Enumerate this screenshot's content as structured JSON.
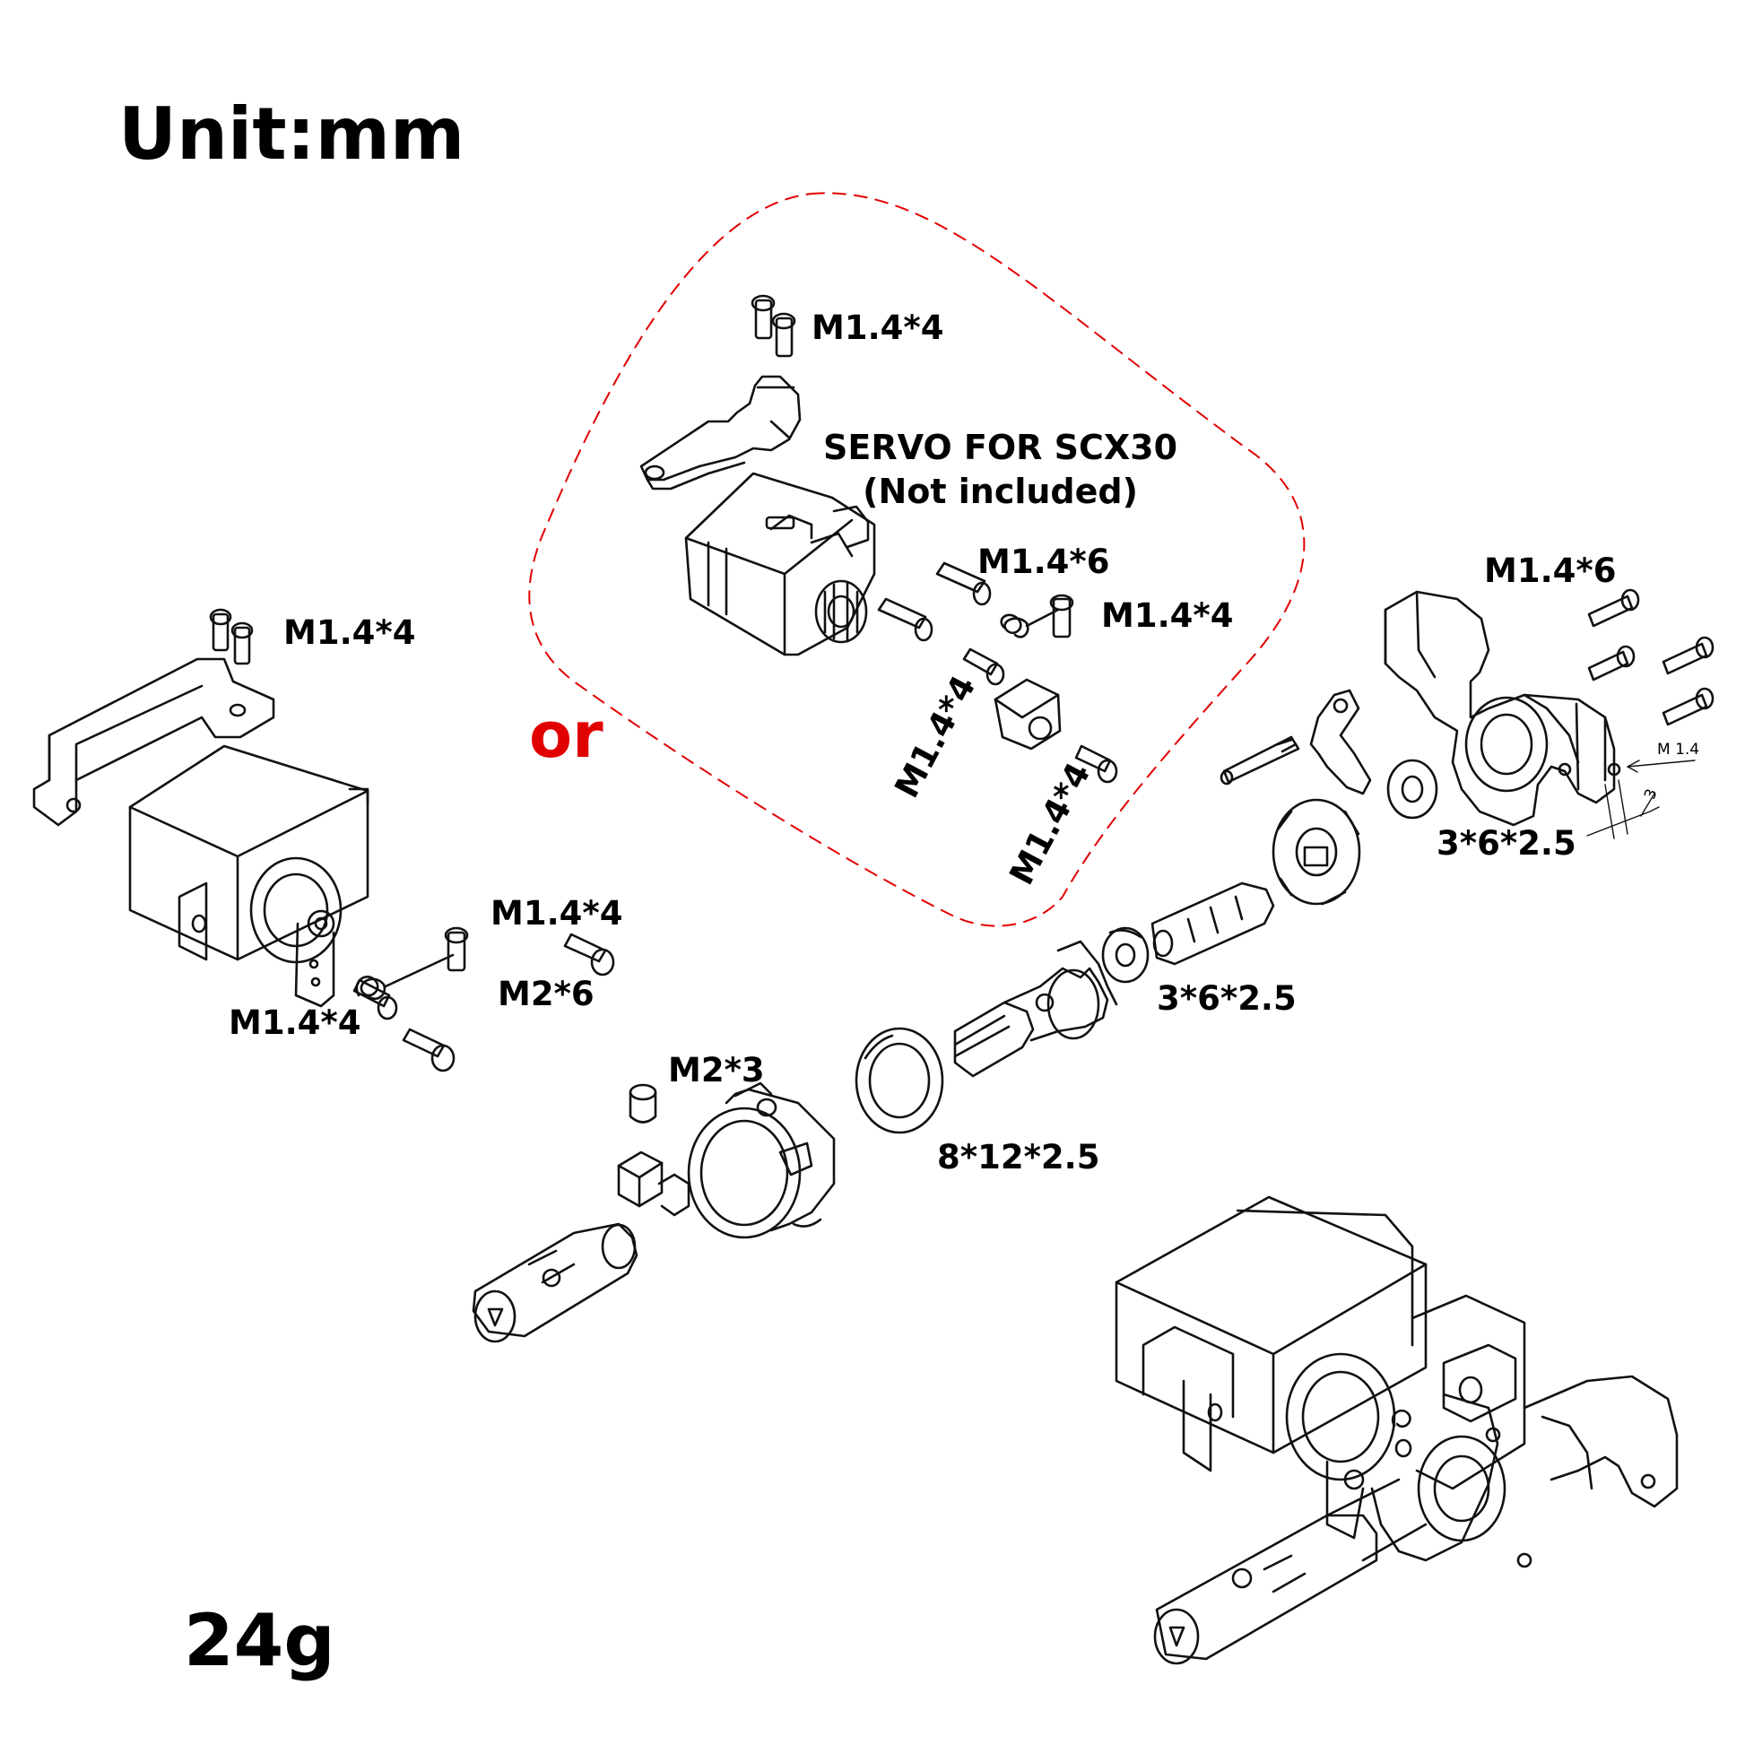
{
  "page": {
    "unit": "Unit:mm",
    "weight": "24g",
    "or": "or",
    "accent_color": "#e10000"
  },
  "servo_note": {
    "line1": "SERVO FOR SCX30",
    "line2": "(Not included)"
  },
  "labels": {
    "box_top_screw": "M1.4*4",
    "box_screw_a": "M1.4*6",
    "box_screw_b": "M1.4*4",
    "box_rot_screw_1": "M1.4*4",
    "box_rot_screw_2": "M1.4*4",
    "left_mount_screw": "M1.4*4",
    "left_spring_screw": "M1.4*4",
    "left_arm_screw": "M1.4*4",
    "left_bolt": "M2*6",
    "hub_screw": "M2*3",
    "big_ring": "8*12*2.5",
    "mid_bearing": "3*6*2.5",
    "knuckle_screws": "M1.4*6",
    "knuckle_bearing": "3*6*2.5",
    "dim_m14": "M 1.4",
    "dim_3": "3"
  }
}
